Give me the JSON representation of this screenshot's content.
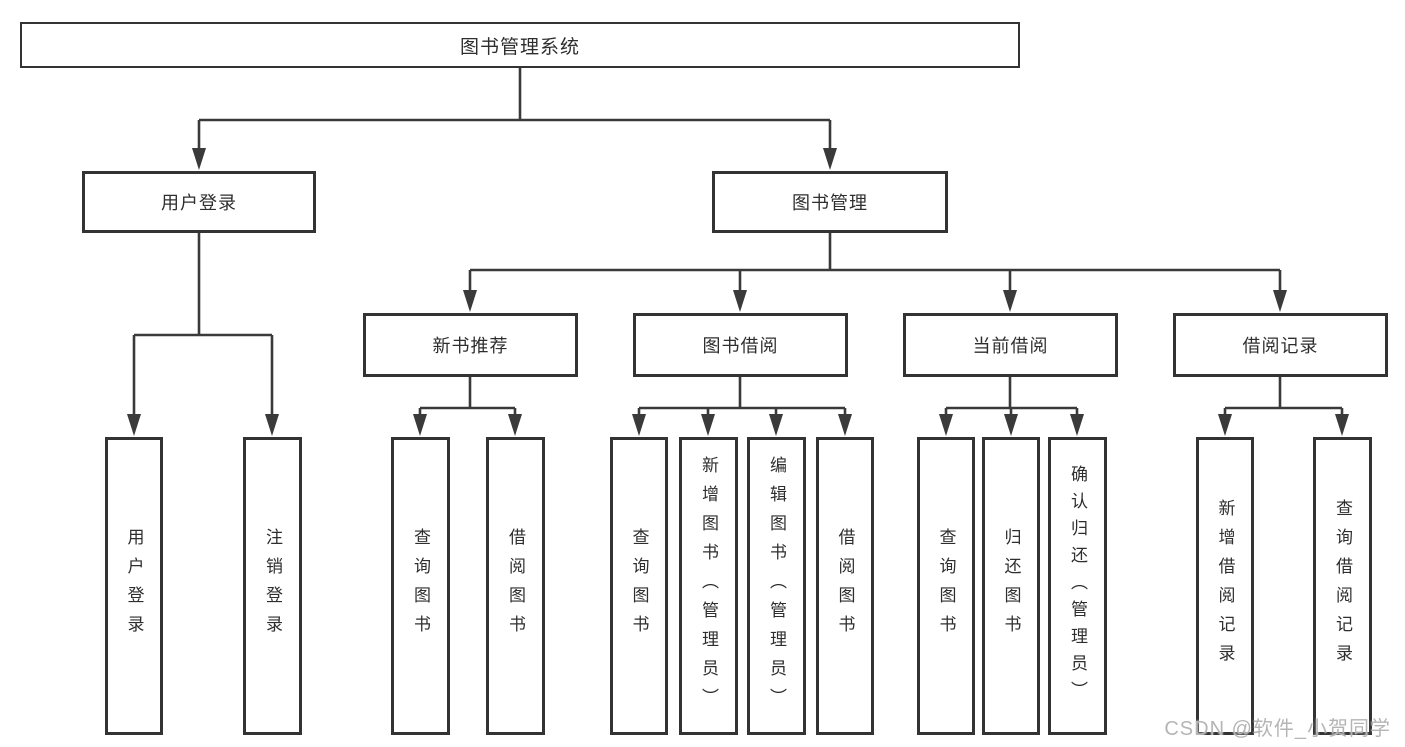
{
  "diagram": {
    "type": "hierarchy-tree",
    "root": {
      "label": "图书管理系统"
    },
    "branches": [
      {
        "label": "用户登录",
        "children": [
          {
            "label": "用户登录"
          },
          {
            "label": "注销登录"
          }
        ]
      },
      {
        "label": "图书管理",
        "children": [
          {
            "label": "新书推荐",
            "children": [
              {
                "label": "查询图书"
              },
              {
                "label": "借阅图书"
              }
            ]
          },
          {
            "label": "图书借阅",
            "children": [
              {
                "label": "查询图书"
              },
              {
                "label": "新增图书（管理员）"
              },
              {
                "label": "编辑图书（管理员）"
              },
              {
                "label": "借阅图书"
              }
            ]
          },
          {
            "label": "当前借阅",
            "children": [
              {
                "label": "查询图书"
              },
              {
                "label": "归还图书"
              },
              {
                "label": "确认归还（管理员）"
              }
            ]
          },
          {
            "label": "借阅记录",
            "children": [
              {
                "label": "新增借阅记录"
              },
              {
                "label": "查询借阅记录"
              }
            ]
          }
        ]
      }
    ],
    "watermark": "CSDN @软件_小贺同学",
    "colors": {
      "line": "#3a3a3a",
      "box_border": "#333333",
      "text": "#2e2e2e",
      "watermark": "#b5b5b5",
      "background": "#ffffff"
    }
  }
}
